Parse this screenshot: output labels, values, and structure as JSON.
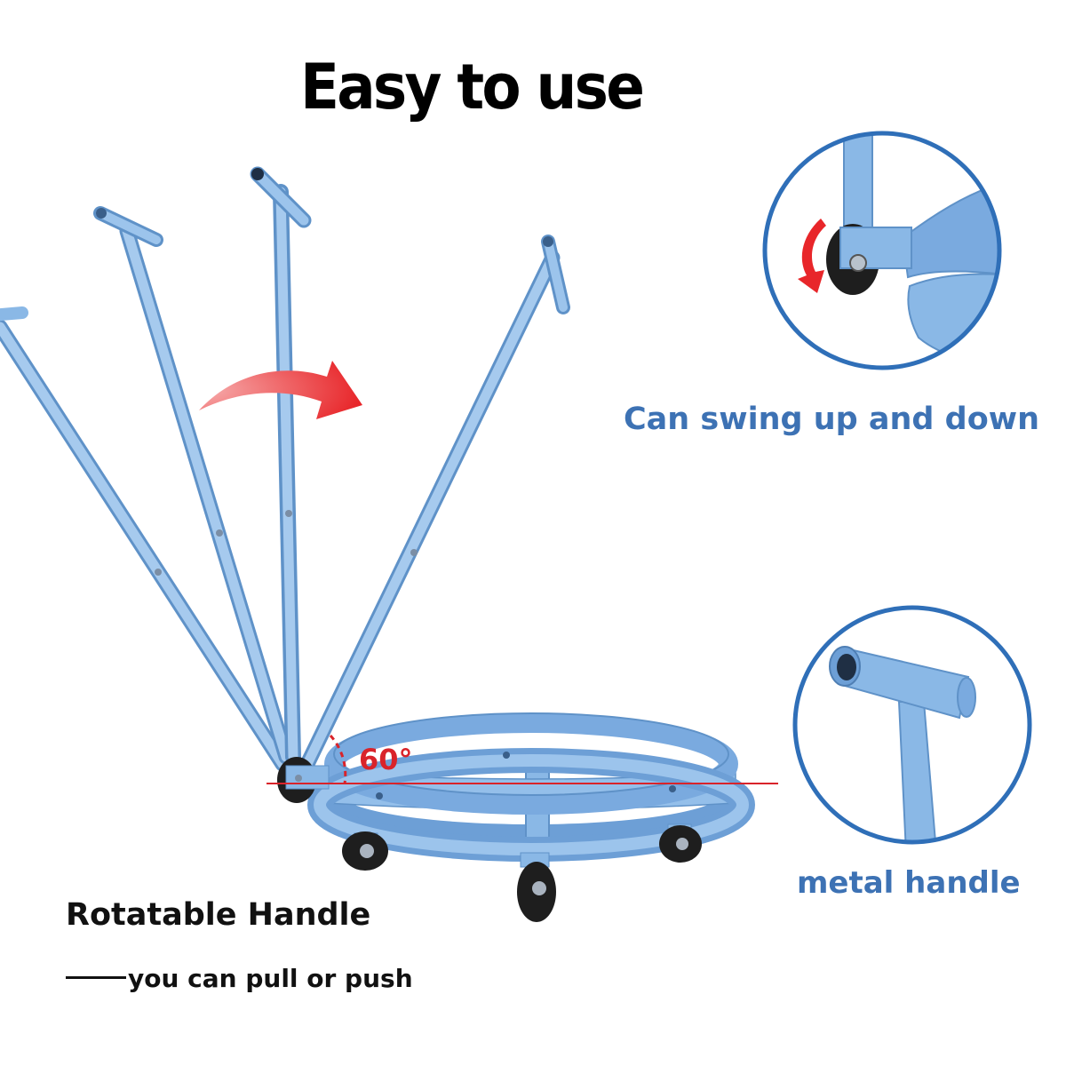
{
  "title": "Easy to use",
  "callouts": {
    "swing": "Can swing up and down",
    "handle": "metal handle"
  },
  "angle_label": "60°",
  "rotatable": {
    "title": "Rotatable Handle",
    "subtitle": "you can pull or push"
  },
  "colors": {
    "frame_blue": "#8ab8e6",
    "frame_edge": "#5f92c8",
    "circle_blue": "#2f6fb8",
    "caption_blue": "#3d72b4",
    "arrow_red": "#e8262a",
    "angle_red": "#d9232a"
  }
}
